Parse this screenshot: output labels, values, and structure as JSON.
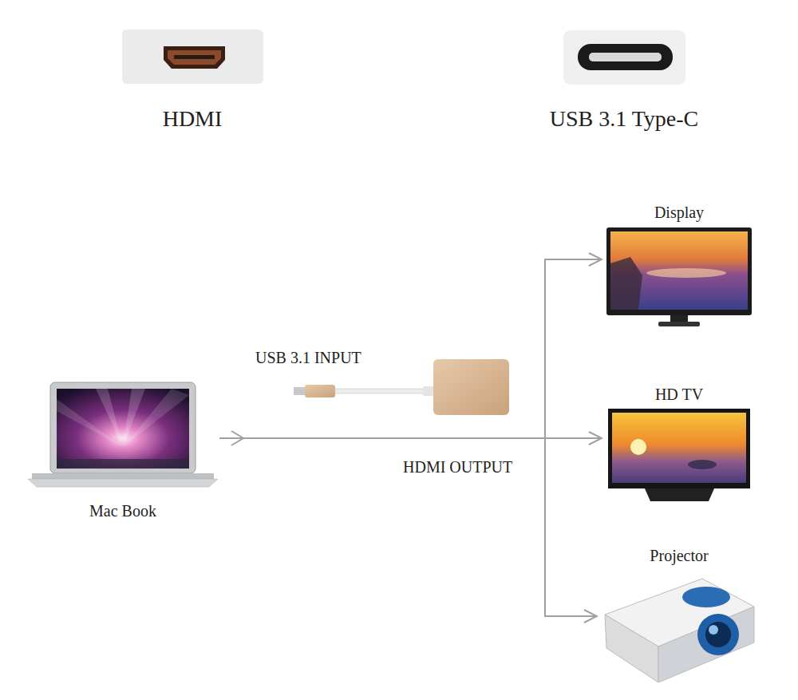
{
  "diagram": {
    "nodes": [
      {
        "text": [
          "HDMI"
        ]
      },
      {
        "text": [
          "USB 3.1 Type-C"
        ]
      },
      {
        "text": [
          "Mac Book"
        ]
      },
      {
        "text": [
          "Display"
        ]
      },
      {
        "text": [
          "HD TV"
        ]
      },
      {
        "text": [
          "Projector"
        ]
      }
    ],
    "edges": [
      {
        "from": 2,
        "to": 3,
        "arrow": "to"
      },
      {
        "from": 2,
        "to": 4,
        "arrow": "to"
      },
      {
        "from": 2,
        "to": 5,
        "arrow": "to"
      }
    ],
    "labels": [
      "USB 3.1 INPUT",
      "HDMI OUTPUT"
    ]
  }
}
